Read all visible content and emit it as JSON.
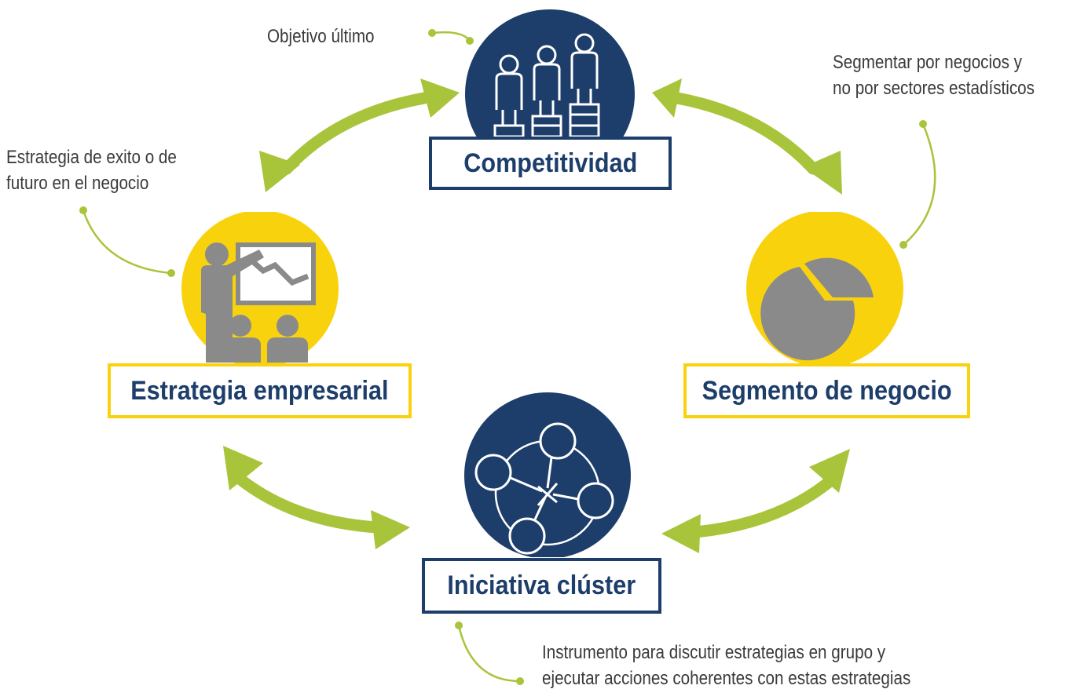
{
  "nodes": {
    "competitividad": {
      "label": "Competitividad",
      "icon": "podium-people-icon"
    },
    "estrategia": {
      "label": "Estrategia empresarial",
      "icon": "presenter-audience-icon"
    },
    "segmento": {
      "label": "Segmento de negocio",
      "icon": "pie-chart-icon"
    },
    "iniciativa": {
      "label": "Iniciativa clúster",
      "icon": "network-cluster-icon"
    }
  },
  "annotations": {
    "competitividad": "Objetivo último",
    "estrategia": "Estrategia de exito o de\nfuturo en el negocio",
    "segmento": "Segmentar por negocios y\nno por sectores estadísticos",
    "iniciativa": "Instrumento para discutir estrategias en grupo y\nejecutar acciones coherentes con estas estrategias"
  },
  "colors": {
    "navy": "#1d3d6b",
    "yellow": "#f9d20e",
    "green_arrow": "#a8c43a",
    "icon_gray": "#8a8a8a",
    "connector_green": "#a8c43a"
  }
}
